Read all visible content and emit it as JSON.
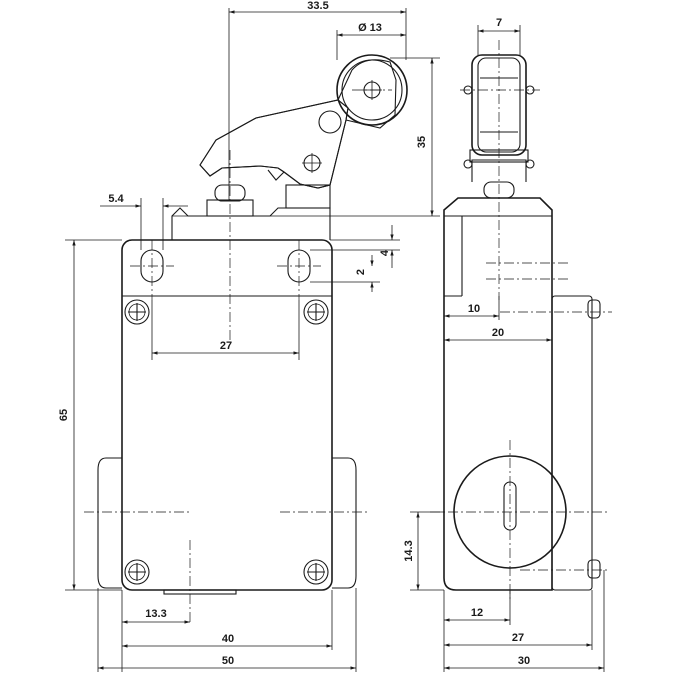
{
  "dimensions": {
    "overall_width_top": "33.5",
    "roller_diameter": "Ø 13",
    "roller_width": "7",
    "actuator_height": "35",
    "mount_hole_offset": "5.4",
    "slot_height": "4",
    "slot_offset": "2",
    "hole_spacing_top": "27",
    "body_height": "65",
    "lower_hole_offset": "13.3",
    "hole_spacing_bottom": "40",
    "body_width": "50",
    "side_offset_10": "10",
    "side_offset_20": "20",
    "cable_entry_height": "14.3",
    "cable_entry_offset": "12",
    "side_depth_27": "27",
    "side_depth_30": "30"
  },
  "colors": {
    "line": "#1a1a1a",
    "background": "#ffffff"
  }
}
